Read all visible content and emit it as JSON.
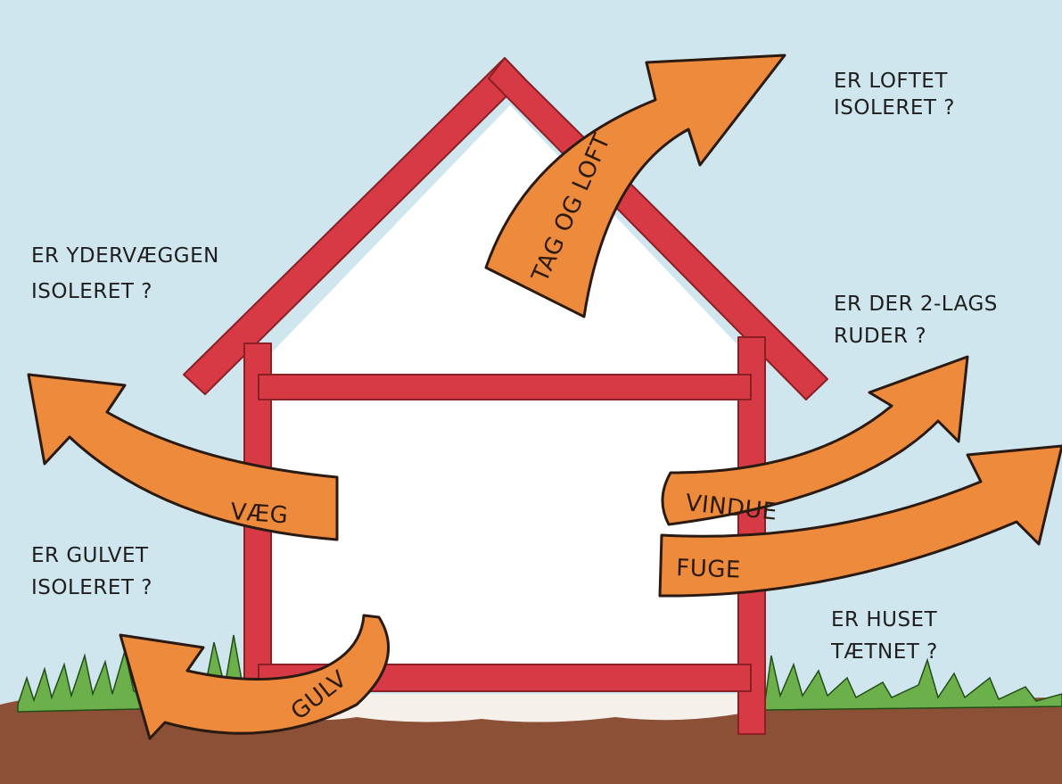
{
  "diagram": {
    "questions": {
      "loft": [
        "ER LOFTET",
        "ISOLERET ?"
      ],
      "wall": [
        "ER YDERVÆGGEN",
        "ISOLERET ?"
      ],
      "windows": [
        "ER DER 2-LAGS",
        "RUDER ?"
      ],
      "floor": [
        "ER GULVET",
        "ISOLERET ?"
      ],
      "sealed": [
        "ER HUSET",
        "TÆTNET ?"
      ]
    },
    "arrows": {
      "roof": "TAG OG LOFT",
      "wall": "VÆG",
      "window": "VINDUE",
      "joint": "FUGE",
      "floor": "GULV"
    }
  },
  "colors": {
    "sky": "#cfe6ee",
    "house_frame": "#d73a45",
    "arrow_fill": "#ee8a3c",
    "ground": "#8c5036",
    "grass": "#6bb04a",
    "interior": "#ffffff"
  }
}
